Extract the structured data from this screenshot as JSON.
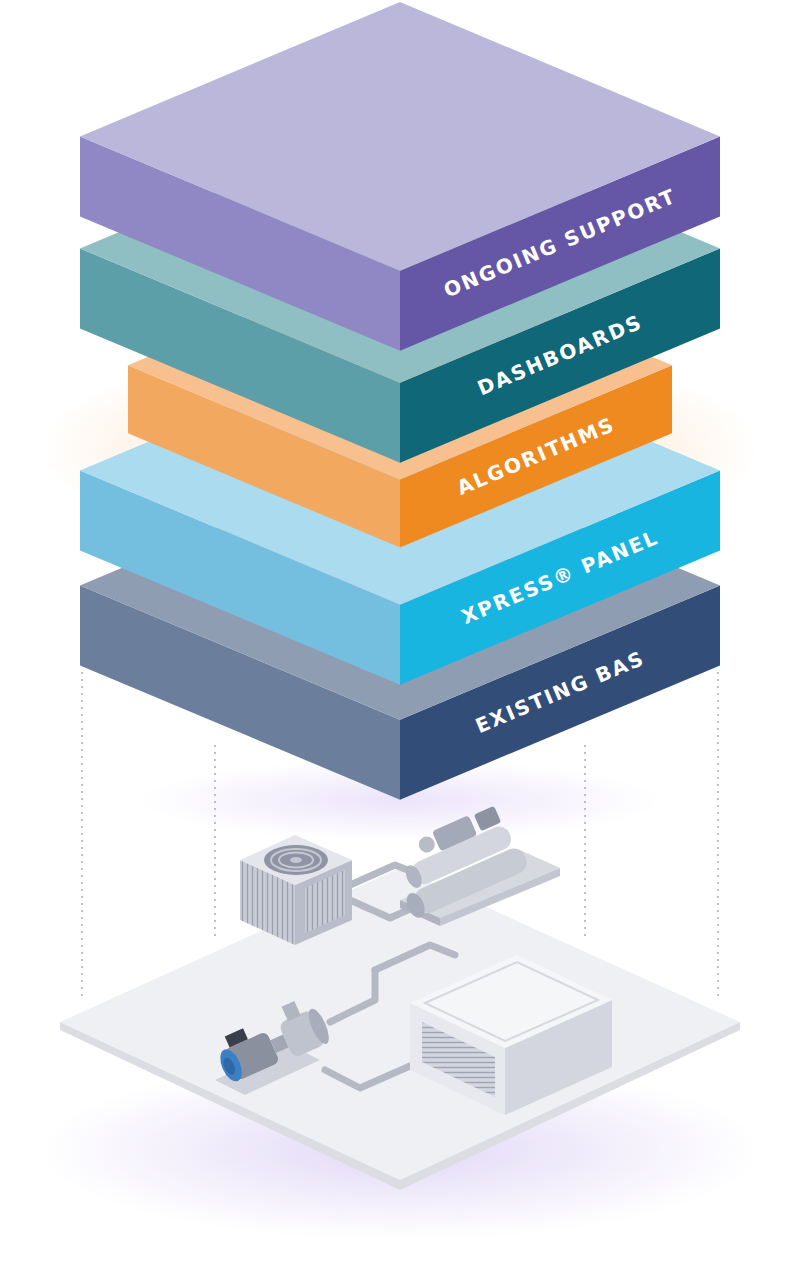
{
  "diagram": {
    "nodes": [
      {
        "text": [
          "ONGOING SUPPORT"
        ]
      },
      {
        "text": [
          "DASHBOARDS"
        ]
      },
      {
        "text": [
          "ALGORITHMS"
        ]
      },
      {
        "text": [
          "XPRESS® PANEL"
        ]
      },
      {
        "text": [
          "EXISTING BAS"
        ]
      }
    ]
  }
}
